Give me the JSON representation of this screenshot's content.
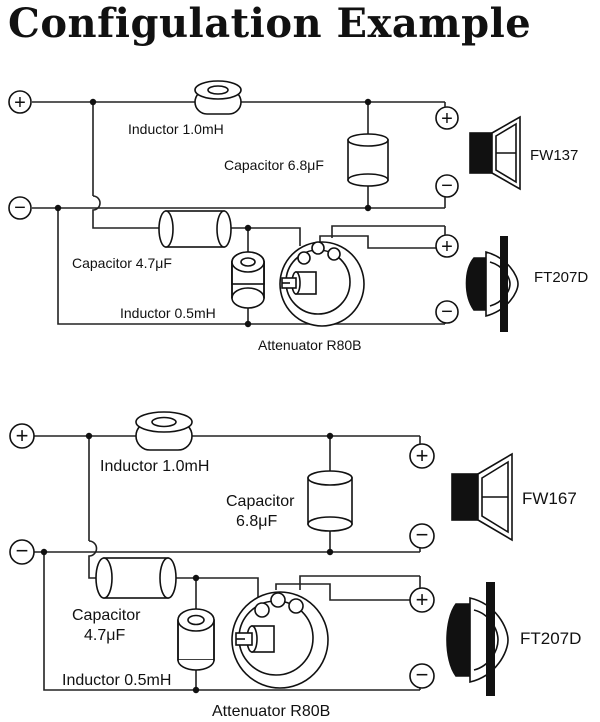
{
  "title": "Configulation Example",
  "terminal_plus": "+",
  "terminal_minus": "−",
  "example1": {
    "inductor_a": "Inductor 1.0mH",
    "capacitor_a": "Capacitor 6.8μF",
    "capacitor_b": "Capacitor 4.7μF",
    "inductor_b": "Inductor 0.5mH",
    "attenuator": "Attenuator R80B",
    "woofer": "FW137",
    "tweeter": "FT207D"
  },
  "example2": {
    "inductor_a": "Inductor 1.0mH",
    "capacitor_a_line1": "Capacitor",
    "capacitor_a_line2": "6.8μF",
    "capacitor_b_line1": "Capacitor",
    "capacitor_b_line2": "4.7μF",
    "inductor_b": "Inductor 0.5mH",
    "attenuator": "Attenuator R80B",
    "woofer": "FW167",
    "tweeter": "FT207D"
  },
  "colors": {
    "ink": "#111111",
    "background": "#ffffff"
  }
}
